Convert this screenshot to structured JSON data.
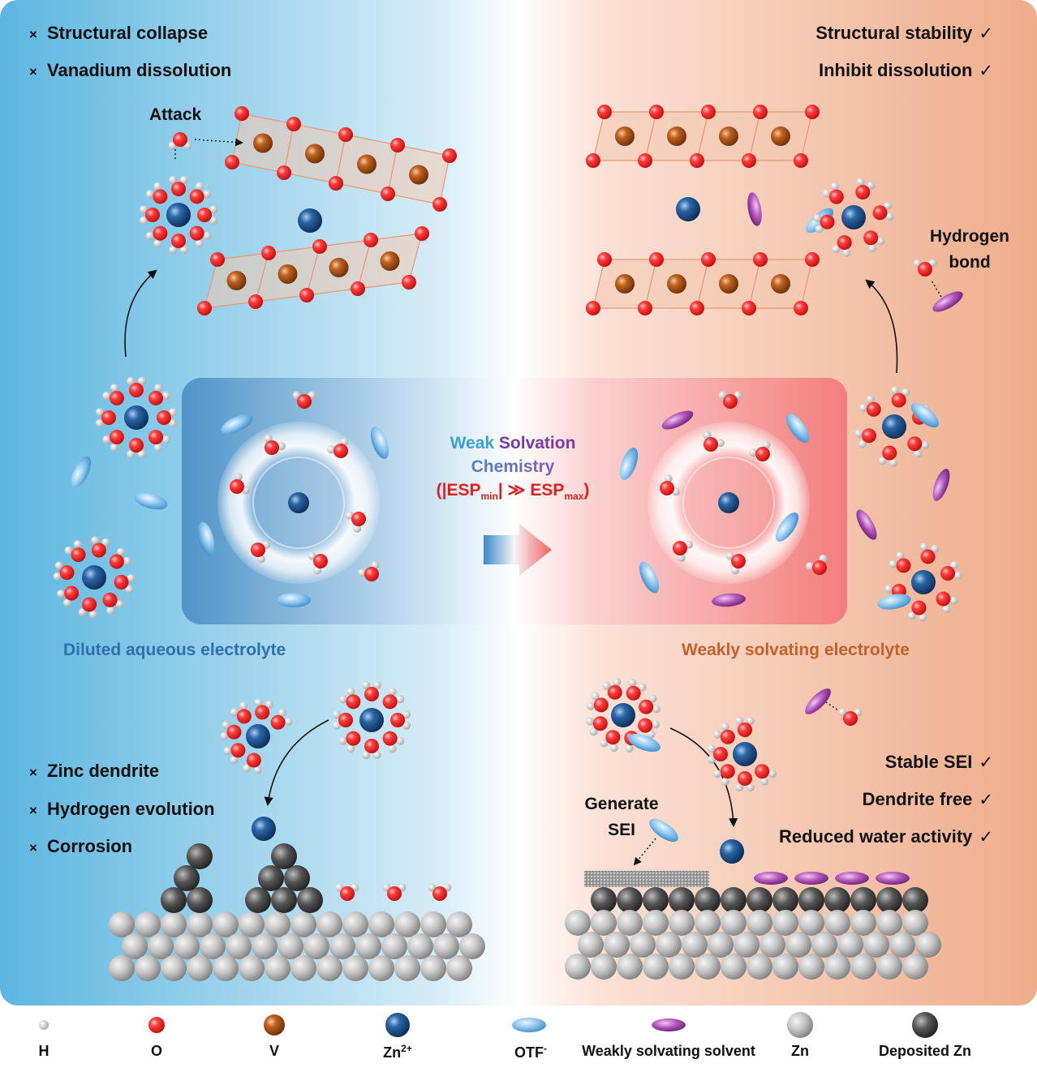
{
  "problems_top": [
    {
      "mark": "×",
      "text": "Structural collapse"
    },
    {
      "mark": "×",
      "text": "Vanadium dissolution"
    }
  ],
  "benefits_top": [
    {
      "text": "Structural stability",
      "mark": "✓"
    },
    {
      "text": "Inhibit dissolution",
      "mark": "✓"
    }
  ],
  "problems_bottom": [
    {
      "mark": "×",
      "text": "Zinc dendrite"
    },
    {
      "mark": "×",
      "text": "Hydrogen evolution"
    },
    {
      "mark": "×",
      "text": "Corrosion"
    }
  ],
  "benefits_bottom": [
    {
      "text": "Stable SEI",
      "mark": "✓"
    },
    {
      "text": "Dendrite free",
      "mark": "✓"
    },
    {
      "text": "Reduced water activity",
      "mark": "✓"
    }
  ],
  "labels": {
    "attack": "Attack",
    "hydrogen_bond": [
      "Hydrogen",
      "bond"
    ],
    "generate_sei": [
      "Generate",
      "SEI"
    ],
    "left_electrolyte": "Diluted aqueous electrolyte",
    "right_electrolyte": "Weakly solvating electrolyte"
  },
  "center_title": {
    "word1": "Weak",
    "word2": "Solvation",
    "word3": "Chemistry",
    "formula_open": "(|ESP",
    "formula_sub1": "min",
    "formula_mid": "| ≫ ESP",
    "formula_sub2": "max",
    "formula_close": ")"
  },
  "legend": {
    "h": "H",
    "o": "O",
    "v": "V",
    "zn_base": "Zn",
    "zn_sup": "2+",
    "otf_base": "OTF",
    "otf_sup": "-",
    "solvent": "Weakly solvating solvent",
    "zn": "Zn",
    "deposited": "Deposited Zn"
  },
  "colors": {
    "left_bg": "#5fb8e0",
    "right_bg": "#f0b08e",
    "oxygen": "#ee2b2b",
    "vanadium": "#b8561e",
    "zinc_ion": "#1f5590",
    "otf": "#7fbde8",
    "solvent": "#a04aa8",
    "hydrogen": "#d8d8d8",
    "left_title": "#2f6faf",
    "right_title": "#c0622a",
    "weak": "#3aa0d8",
    "solvation": "#7a3aa8",
    "chemistry": "#2f8fd8",
    "formula": "#e02020"
  }
}
